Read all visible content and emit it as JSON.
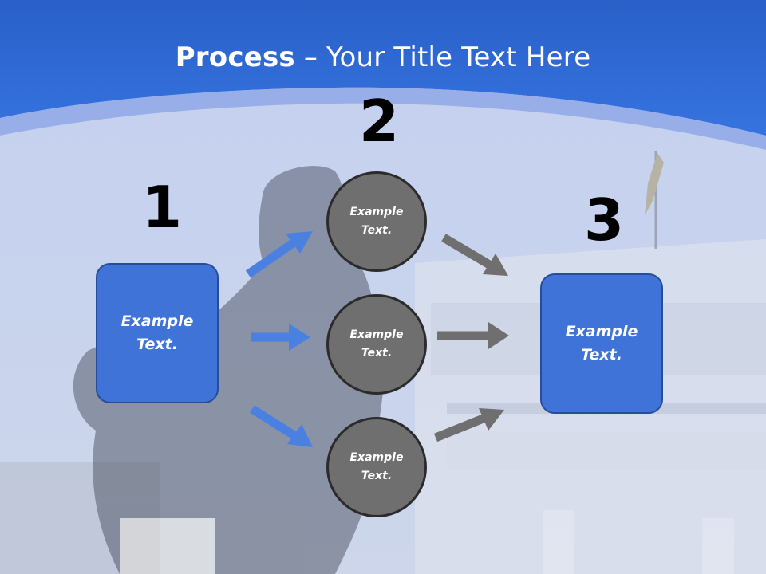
{
  "slide": {
    "title_bold": "Process",
    "title_rest": " – Your Title Text Here"
  },
  "steps": [
    {
      "number": "1",
      "text": "Example Text."
    },
    {
      "number": "2",
      "text": "Example Text."
    },
    {
      "number": "3",
      "text": "Example Text."
    }
  ],
  "middle_nodes": [
    {
      "text": "Example Text."
    },
    {
      "text": "Example Text."
    },
    {
      "text": "Example Text."
    }
  ],
  "colors": {
    "header_blue": "#2f6fd6",
    "step_box": "#3f73d8",
    "node_gray": "#6f6f6f",
    "arrow_blue": "#4a80e0",
    "arrow_gray": "#6f6f6f"
  }
}
